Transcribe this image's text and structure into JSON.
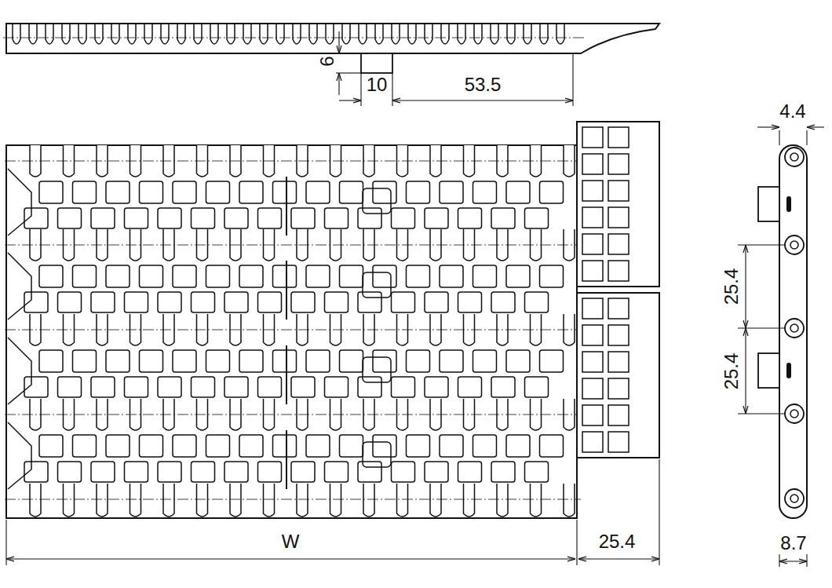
{
  "diagram": {
    "labels": [
      "6",
      "10",
      "53.5",
      "4.4",
      "25.4",
      "25.4",
      "W",
      "25.4",
      "8.7"
    ]
  }
}
